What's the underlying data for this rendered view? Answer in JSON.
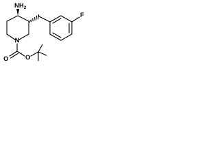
{
  "molecule": {
    "atom_labels": {
      "amine": "NH2",
      "amine_main": "NH",
      "amine_subscript": "2",
      "ring_nitrogen": "N",
      "carbonyl_oxygen": "O",
      "ester_oxygen": "O",
      "fluorine": "F"
    },
    "colors": {
      "bond": "#000000",
      "label": "#000000",
      "background": "#ffffff"
    }
  }
}
